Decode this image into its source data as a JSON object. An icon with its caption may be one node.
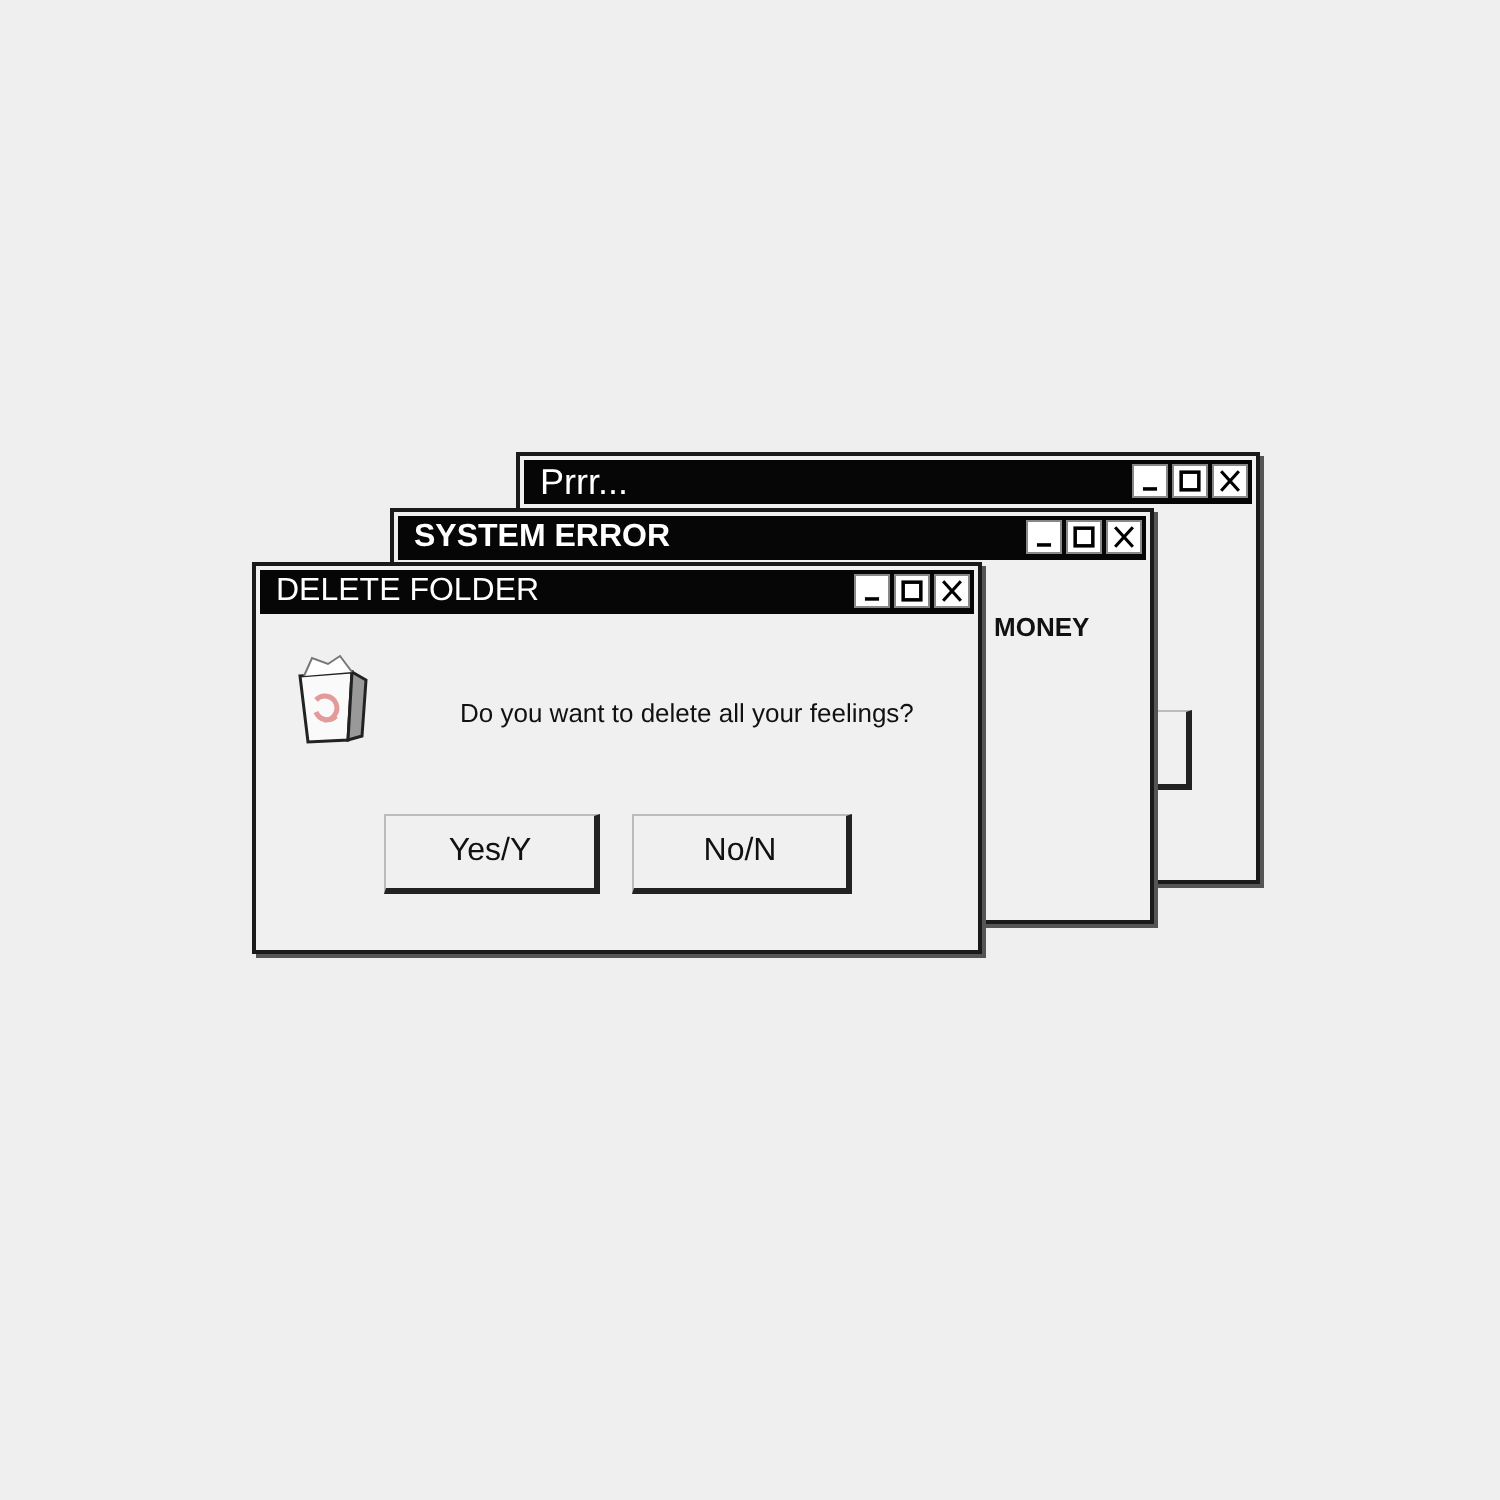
{
  "diagram": {
    "nodes": [
      {
        "text": [
          "DELETE FOLDER",
          "Do you want to delete all your feelings?"
        ]
      },
      {
        "text": [
          "Yes/Y"
        ]
      },
      {
        "text": [
          "No/N"
        ]
      },
      {
        "text": [
          "SYSTEM ERROR",
          "MONEY"
        ]
      },
      {
        "text": [
          "Prrr..."
        ]
      },
      {
        "text": [],
        "shape": "box",
        "in": 4
      }
    ],
    "edges": []
  }
}
